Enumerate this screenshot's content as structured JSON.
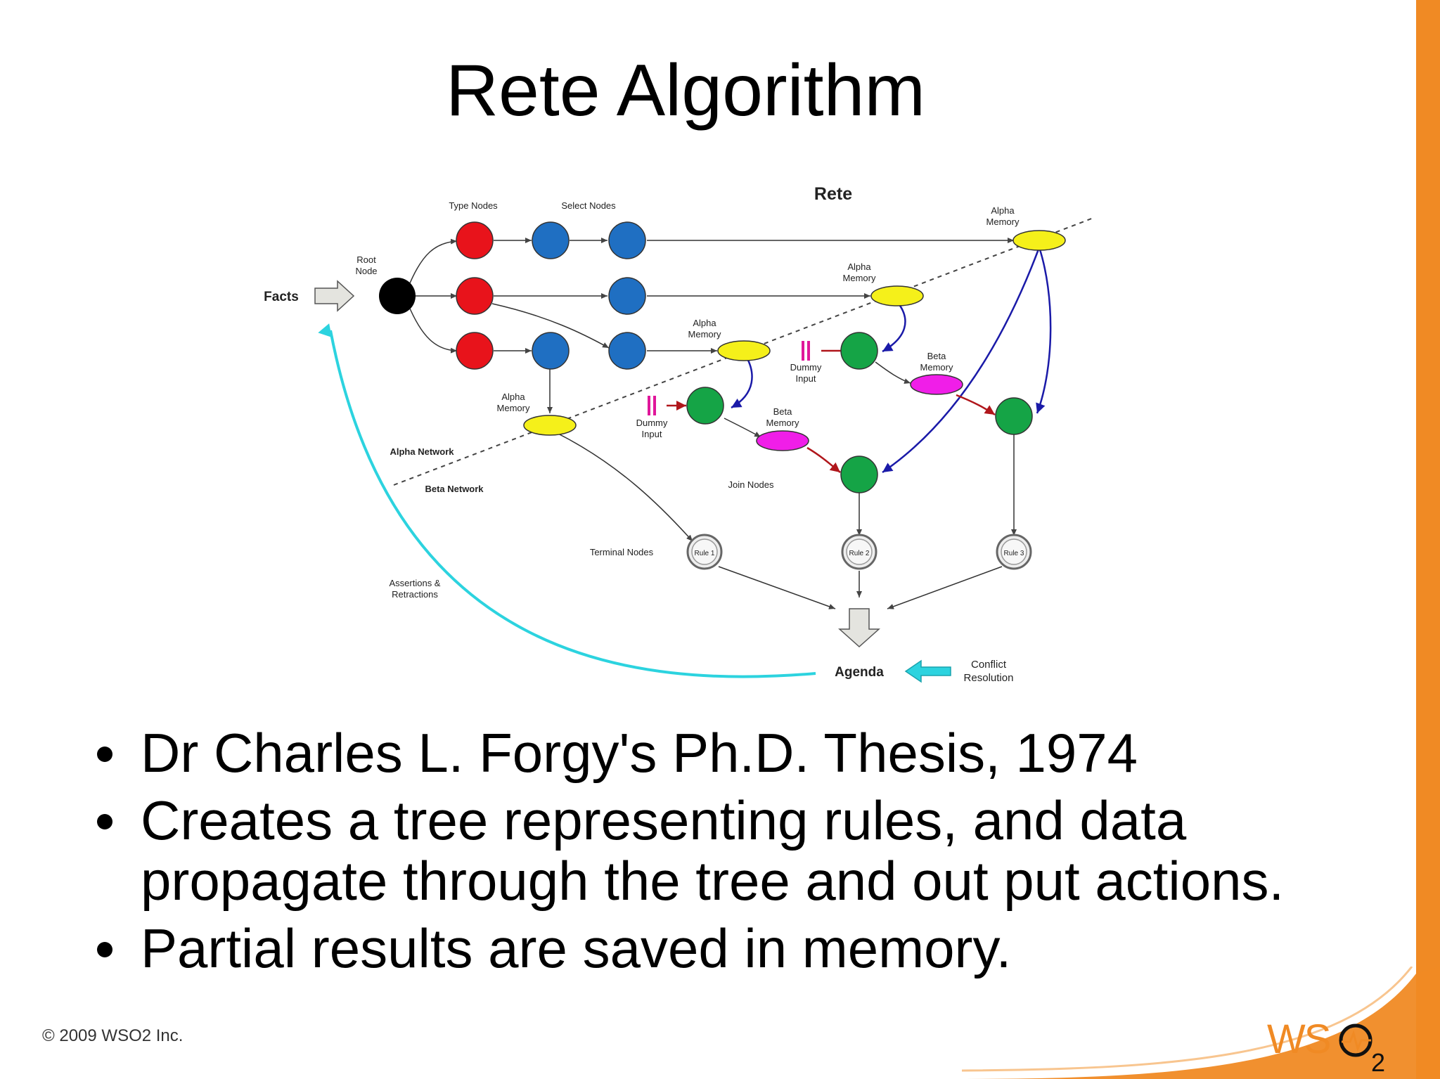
{
  "slide": {
    "title": "Rete Algorithm",
    "bullets": [
      "Dr Charles L. Forgy's Ph.D. Thesis, 1974",
      "Creates a tree representing rules, and data propagate through the tree and out put actions.",
      "Partial results are saved in memory."
    ],
    "copyright": "© 2009 WSO2 Inc.",
    "logo_text": "WSO2"
  },
  "diagram": {
    "title": "Rete",
    "facts_label": "Facts",
    "root_node_label": [
      "Root",
      "Node"
    ],
    "type_nodes_label": "Type Nodes",
    "select_nodes_label": "Select Nodes",
    "alpha_memory_label": [
      "Alpha",
      "Memory"
    ],
    "beta_memory_label": [
      "Beta",
      "Memory"
    ],
    "dummy_input_label": [
      "Dummy",
      "Input"
    ],
    "alpha_network_label": "Alpha Network",
    "beta_network_label": "Beta Network",
    "join_nodes_label": "Join Nodes",
    "terminal_nodes_label": "Terminal Nodes",
    "rules": [
      "Rule 1",
      "Rule 2",
      "Rule 3"
    ],
    "assertions_label": [
      "Assertions &",
      "Retractions"
    ],
    "agenda_label": "Agenda",
    "conflict_resolution_label": [
      "Conflict",
      "Resolution"
    ],
    "colors": {
      "root": "#000000",
      "type_node": "#e8131b",
      "select_node": "#1f6fc2",
      "alpha_memory": "#f5f01a",
      "join_node": "#15a446",
      "beta_memory": "#f01ee8",
      "dummy_input": "#e0179a",
      "feedback_arrow": "#2cd3df",
      "accent": "#f08a24"
    }
  }
}
